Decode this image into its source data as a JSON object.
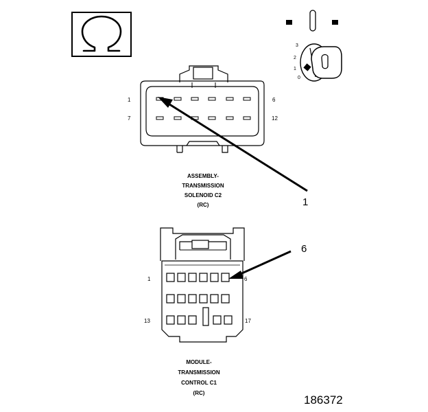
{
  "symbols": {
    "meter_mode": "ohms-icon",
    "key": "ignition-key-icon"
  },
  "ignition": {
    "positions": [
      "3",
      "2",
      "1",
      "0"
    ]
  },
  "connector_c2": {
    "title_lines": [
      "ASSEMBLY-",
      "TRANSMISSION",
      "SOLENOID C2",
      "(RC)"
    ],
    "pin_labels": {
      "top_left": "1",
      "top_right": "6",
      "bottom_left": "7",
      "bottom_right": "12"
    }
  },
  "connector_c1": {
    "title_lines": [
      "MODULE-",
      "TRANSMISSION",
      "CONTROL C1",
      "(RC)"
    ],
    "pin_labels": {
      "top_left": "1",
      "top_right": "6",
      "bottom_left": "13",
      "bottom_right": "17"
    }
  },
  "callouts": [
    {
      "label": "1"
    },
    {
      "label": "6"
    }
  ],
  "figure_number": "186372"
}
